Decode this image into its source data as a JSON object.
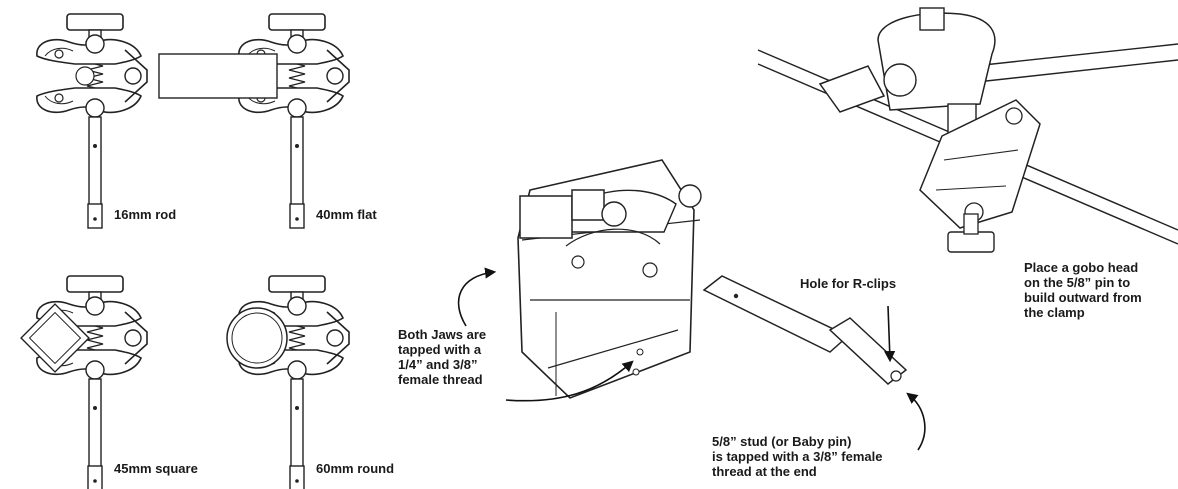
{
  "clamp_views": [
    {
      "caption": "16mm rod"
    },
    {
      "caption": "40mm flat"
    },
    {
      "caption": "45mm square"
    },
    {
      "caption": "60mm round"
    }
  ],
  "callouts": {
    "jaws": {
      "lines": [
        "Both Jaws are",
        "tapped with a",
        "1/4” and 3/8”",
        "female thread"
      ]
    },
    "r_clips": {
      "text": "Hole for R-clips"
    },
    "stud": {
      "lines": [
        "5/8” stud (or Baby pin)",
        "is tapped with a 3/8” female",
        "thread at the end"
      ]
    },
    "gobo": {
      "lines": [
        "Place a gobo head",
        "on the 5/8” pin to",
        "build outward from",
        "the clamp"
      ]
    }
  }
}
